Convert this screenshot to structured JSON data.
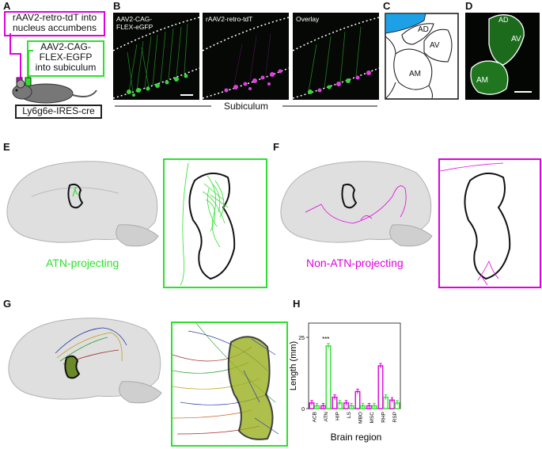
{
  "panel_labels": {
    "A": "A",
    "B": "B",
    "C": "C",
    "D": "D",
    "E": "E",
    "F": "F",
    "G": "G",
    "H": "H"
  },
  "panelA": {
    "magenta_box": "rAAV2-retro-tdT into\nnucleus accumbens",
    "green_box": "AAV2-CAG-\nFLEX-EGFP\ninto subiculum",
    "mouse_box": "Ly6g6e-IRES-cre"
  },
  "panelB": {
    "captions": [
      "AAV2-CAG-\nFLEX-eGFP",
      "rAAV2-retro-tdT",
      "Overlay"
    ],
    "region_label": "Subiculum"
  },
  "panelC": {
    "regions": [
      "AD",
      "AV",
      "AM"
    ]
  },
  "panelD": {
    "regions": [
      "AD",
      "AV",
      "AM"
    ]
  },
  "panelE": {
    "caption": "ATN-projecting",
    "color": "#2ee02e"
  },
  "panelF": {
    "caption": "Non-ATN-projecting",
    "color": "#e000e0"
  },
  "chart_data": {
    "type": "bar",
    "categories": [
      "ACB",
      "ATN",
      "HIP",
      "LS",
      "MBO",
      "MSC",
      "RHP",
      "RSP"
    ],
    "series": [
      {
        "color": "#e000e0",
        "values": [
          2,
          1,
          4,
          2,
          6,
          1,
          15,
          3
        ]
      },
      {
        "color": "#2ee02e",
        "values": [
          1,
          22,
          2,
          1,
          1,
          1,
          4,
          2
        ]
      }
    ],
    "xlabel": "Brain region",
    "ylabel": "Length (mm)",
    "yticks": [
      0,
      25
    ],
    "ylim": [
      0,
      30
    ],
    "annotation": {
      "text": "***",
      "category": "ATN"
    }
  }
}
